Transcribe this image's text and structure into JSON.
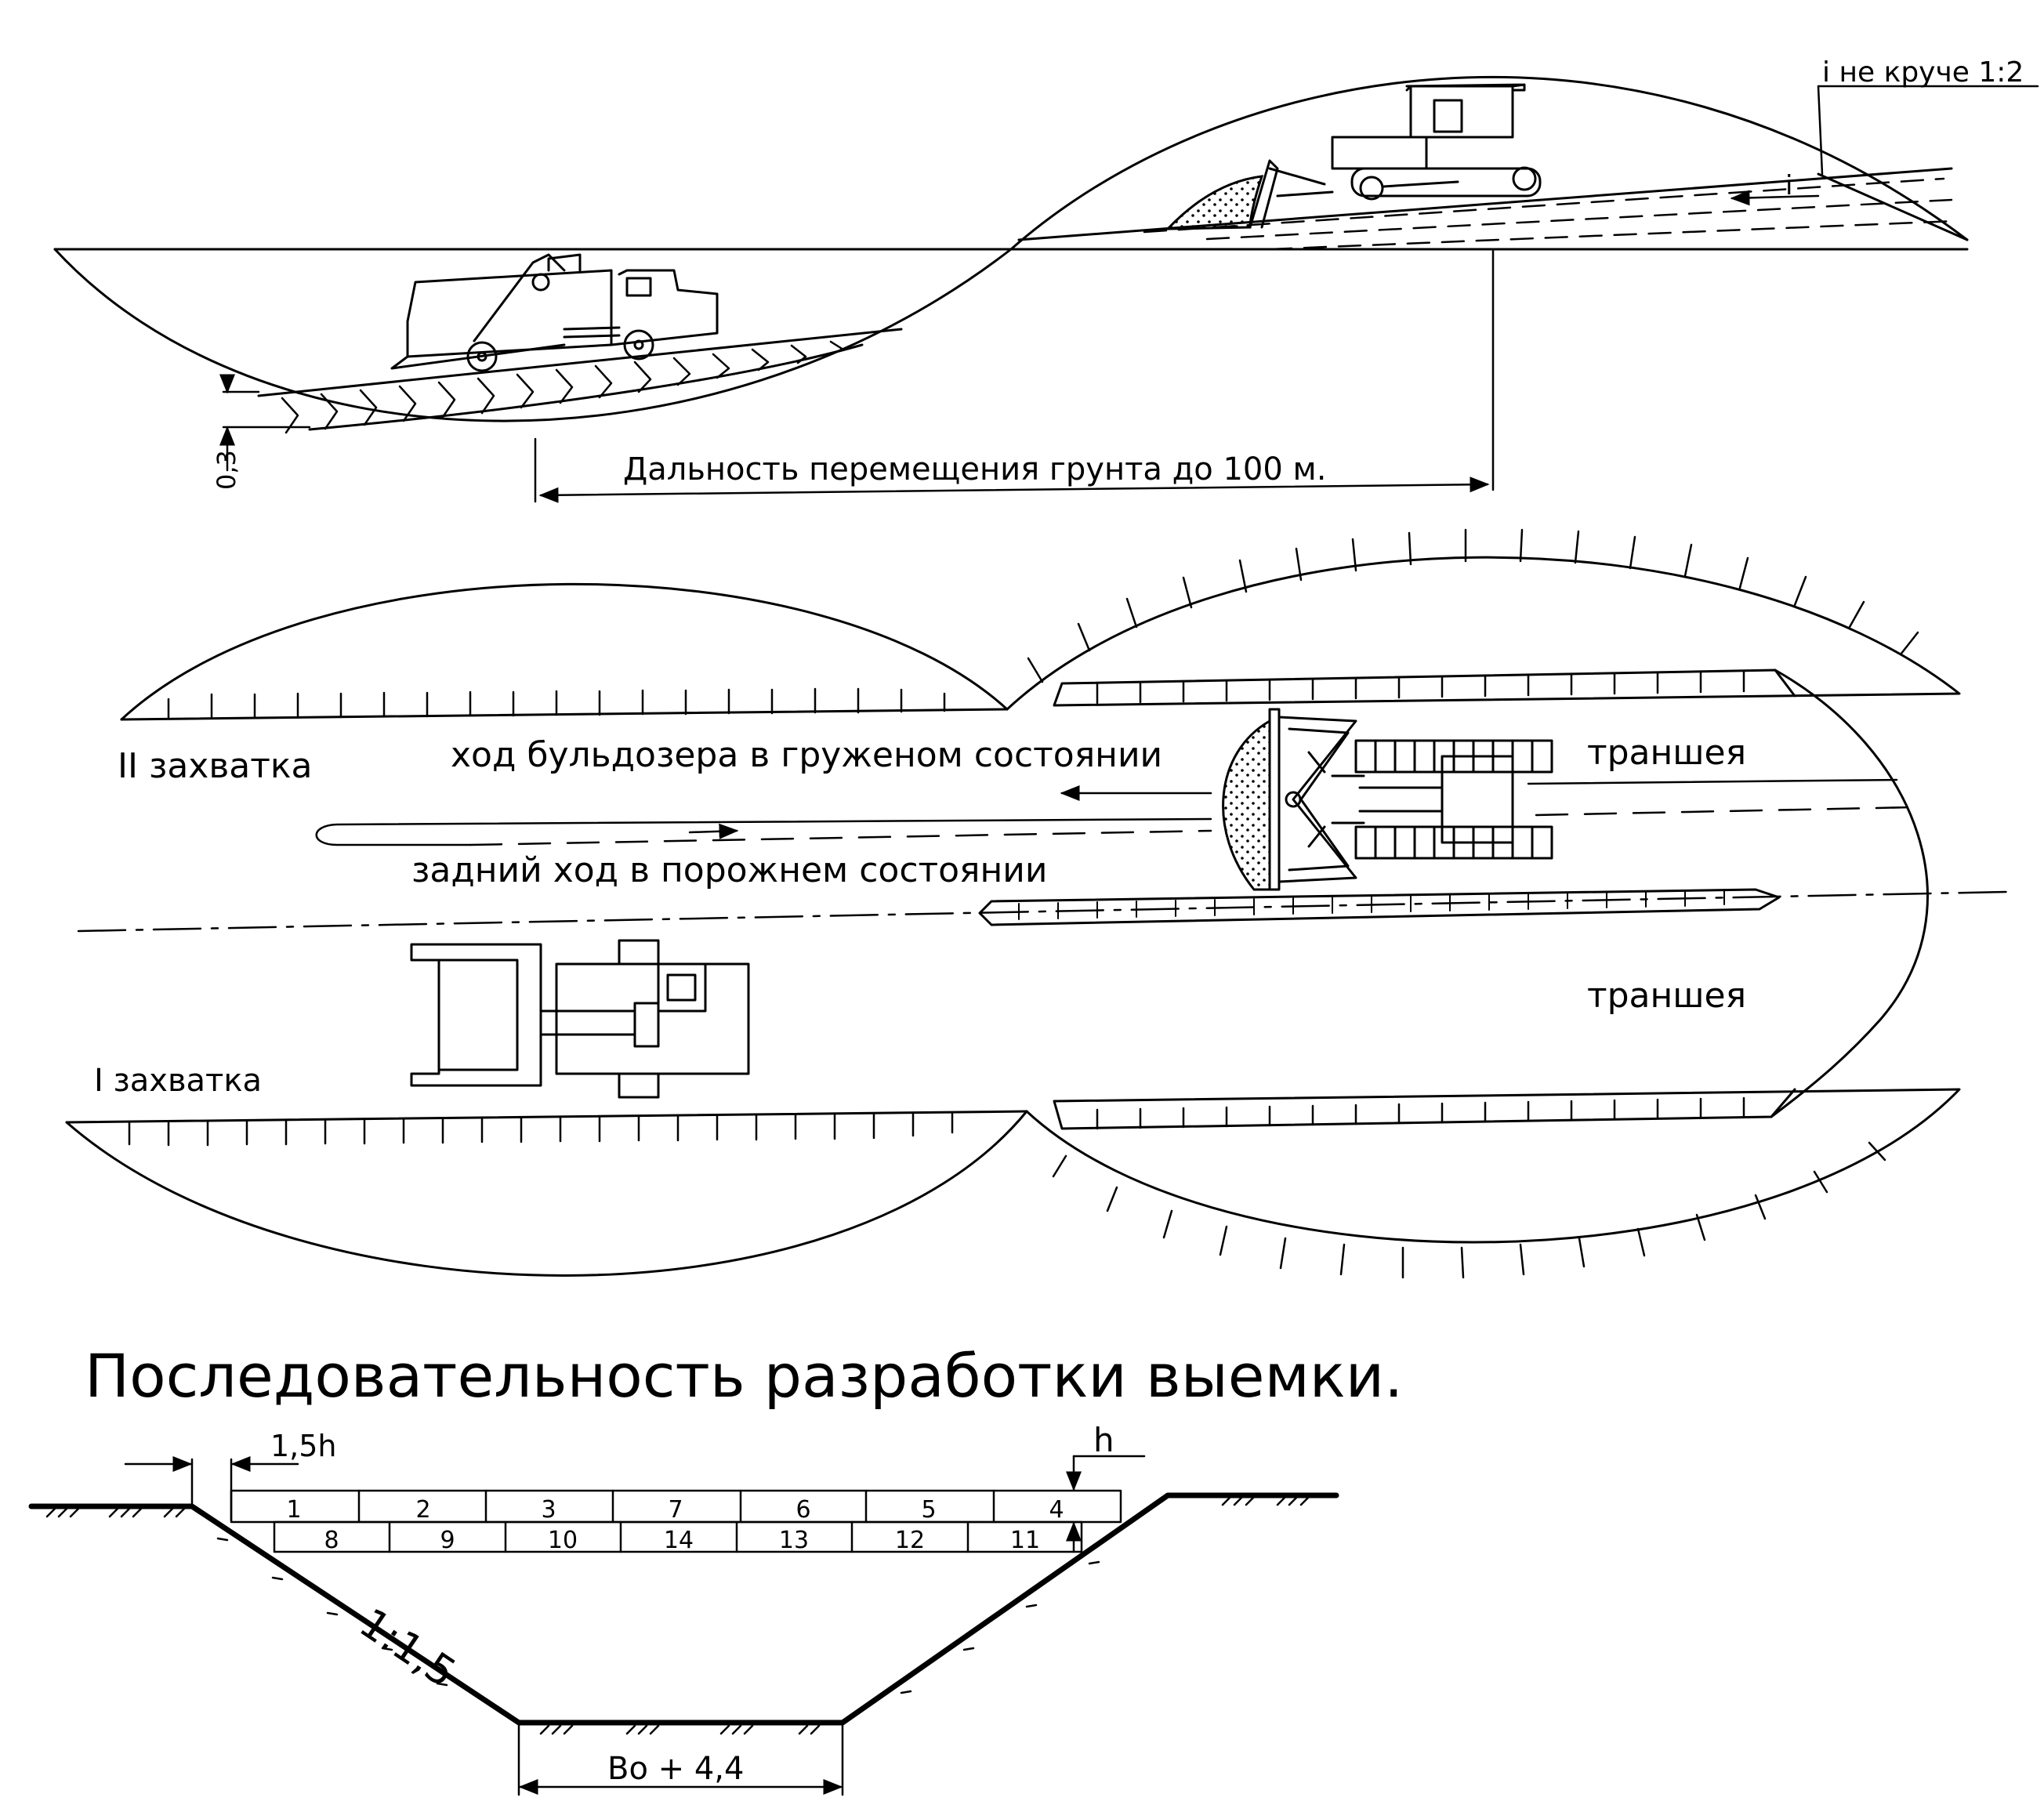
{
  "top_section": {
    "slope_note": "i не круче 1:2",
    "slope_symbol": "i",
    "layer_thickness": "0,3",
    "distance_label": "Дальность перемещения грунта до 100 м."
  },
  "plan_section": {
    "zone_2_label": "II захватка",
    "zone_1_label": "I захватка",
    "loaded_move_label": "ход бульдозера в груженом состоянии",
    "reverse_move_label": "задний ход в порожнем состоянии",
    "trench_upper_label": "траншея",
    "trench_lower_label": "траншея"
  },
  "section_title": "Последовательность разработки выемки.",
  "cross_section": {
    "berm_label": "1,5h",
    "depth_label": "h",
    "slope_ratio": "1:1,5",
    "bottom_width": "Bo + 4,4",
    "upper_cells": [
      "1",
      "2",
      "3",
      "7",
      "6",
      "5",
      "4"
    ],
    "lower_cells": [
      "8",
      "9",
      "10",
      "14",
      "13",
      "12",
      "11"
    ]
  }
}
